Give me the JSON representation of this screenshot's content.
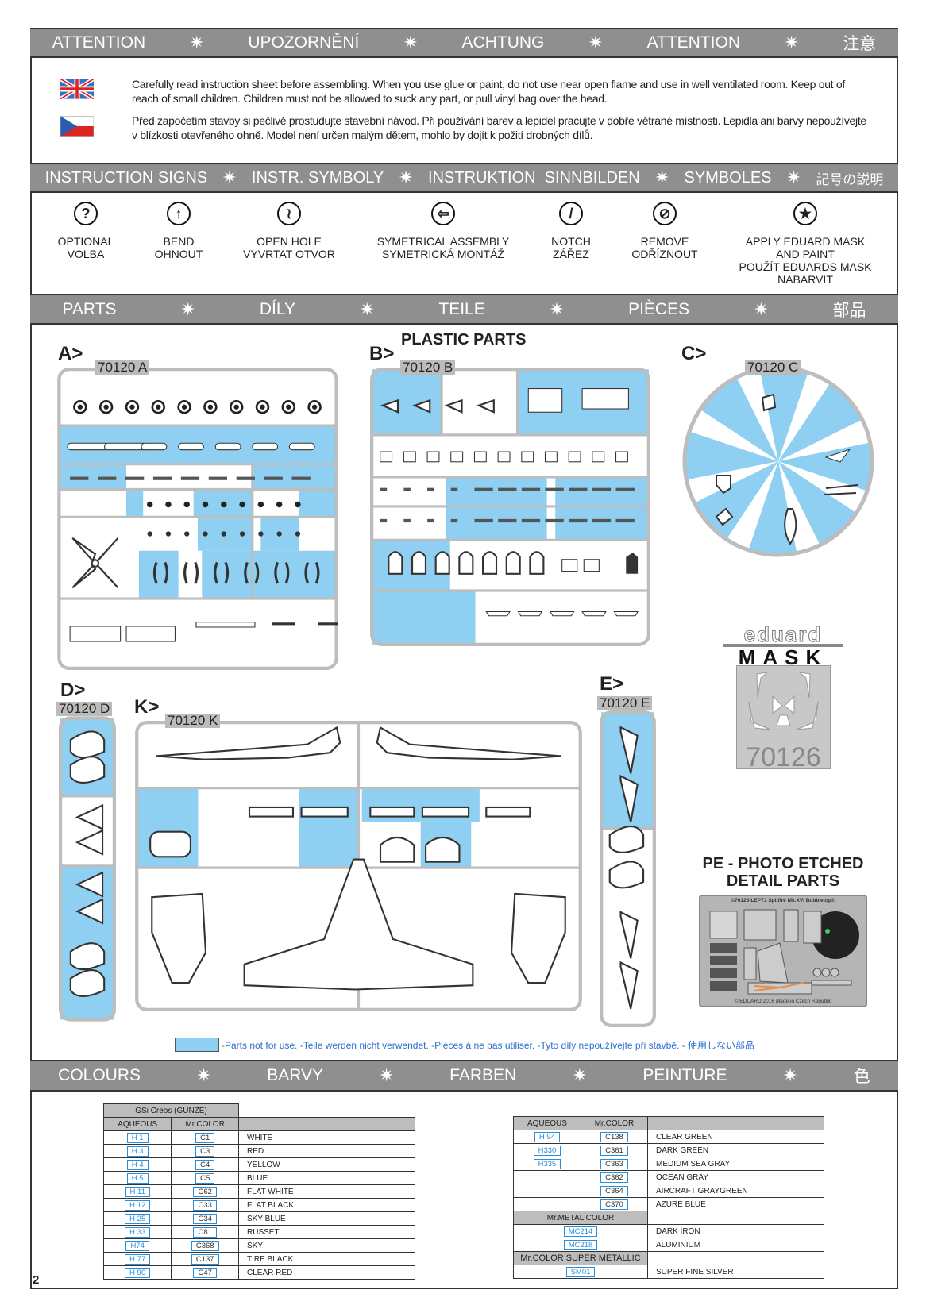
{
  "attention": {
    "header": [
      "ATTENTION",
      "UPOZORNĚNÍ",
      "ACHTUNG",
      "ATTENTION",
      "注意"
    ],
    "en": "Carefully read instruction sheet before assembling. When you use glue or paint, do not use near open flame and use in well ventilated room. Keep out of reach of small children. Children must not be allowed to suck any part, or pull vinyl bag over the head.",
    "cz": "Před započetím stavby si pečlivě prostudujte stavební návod. Při používání barev a lepidel pracujte v dobře větrané místnosti. Lepidla ani barvy nepoužívejte v blízkosti otevřeného ohně. Model není určen malým dětem, mohlo by dojít k požití drobných dílů."
  },
  "signs": {
    "header": [
      "INSTRUCTION SIGNS",
      "INSTR. SYMBOLY",
      "INSTRUKTION  SINNBILDEN",
      "SYMBOLES",
      "記号の説明"
    ],
    "items": [
      {
        "icon": "?",
        "l1": "OPTIONAL",
        "l2": "VOLBA",
        "l3": "",
        "l4": ""
      },
      {
        "icon": "↑",
        "l1": "BEND",
        "l2": "OHNOUT",
        "l3": "",
        "l4": ""
      },
      {
        "icon": "≀",
        "l1": "OPEN HOLE",
        "l2": "VYVRTAT OTVOR",
        "l3": "",
        "l4": ""
      },
      {
        "icon": "⇦",
        "l1": "SYMETRICAL ASSEMBLY",
        "l2": "SYMETRICKÁ MONTÁŽ",
        "l3": "",
        "l4": ""
      },
      {
        "icon": "/",
        "l1": "NOTCH",
        "l2": "ZÁŘEZ",
        "l3": "",
        "l4": ""
      },
      {
        "icon": "⊘",
        "l1": "REMOVE",
        "l2": "ODŘÍZNOUT",
        "l3": "",
        "l4": ""
      },
      {
        "icon": "★",
        "l1": "APPLY EDUARD MASK",
        "l2": "AND PAINT",
        "l3": "POUŽÍT EDUARDS MASK",
        "l4": "NABARVIT"
      }
    ]
  },
  "parts": {
    "header": [
      "PARTS",
      "DÍLY",
      "TEILE",
      "PIÈCES",
      "部品"
    ],
    "plastic_title": "PLASTIC PARTS",
    "sprues": {
      "a": {
        "letter": "A>",
        "name": "70120 A"
      },
      "b": {
        "letter": "B>",
        "name": "70120 B"
      },
      "c": {
        "letter": "C>",
        "name": "70120 C"
      },
      "d": {
        "letter": "D>",
        "name": "70120 D"
      },
      "k": {
        "letter": "K>",
        "name": "70120 K"
      },
      "e": {
        "letter": "E>",
        "name": "70120 E"
      }
    },
    "mask": {
      "brand": "eduard",
      "word": "MASK",
      "number": "70126"
    },
    "pe": {
      "title1": "PE - PHOTO ETCHED",
      "title2": "DETAIL PARTS",
      "fret_title": "©70126-LEPT1 Spitfire Mk.XVI Bubbletop©",
      "footer": "© EDUARD 2016  Made in Czech Republic"
    },
    "legend": "-Parts not for use. -Teile werden nicht verwendet. -Pièces à ne pas utiliser. -Tyto díly nepoužívejte při stavbě. -  使用しない部品",
    "legend_color": "#8ecff2"
  },
  "colours": {
    "header": [
      "COLOURS",
      "BARVY",
      "FARBEN",
      "PEINTURE",
      "色"
    ],
    "left": {
      "group": "GSi Creos (GUNZE)",
      "col1": "AQUEOUS",
      "col2": "Mr.COLOR",
      "rows": [
        [
          "H 1",
          "C1",
          "WHITE"
        ],
        [
          "H 3",
          "C3",
          "RED"
        ],
        [
          "H 4",
          "C4",
          "YELLOW"
        ],
        [
          "H 5",
          "C5",
          "BLUE"
        ],
        [
          "H 11",
          "C62",
          "FLAT WHITE"
        ],
        [
          "H 12",
          "C33",
          "FLAT BLACK"
        ],
        [
          "H 25",
          "C34",
          "SKY BLUE"
        ],
        [
          "H 33",
          "C81",
          "RUSSET"
        ],
        [
          "H74",
          "C368",
          "SKY"
        ],
        [
          "H 77",
          "C137",
          "TIRE BLACK"
        ],
        [
          "H 90",
          "C47",
          "CLEAR RED"
        ]
      ]
    },
    "right": {
      "col1": "AQUEOUS",
      "col2": "Mr.COLOR",
      "rows": [
        [
          "H 94",
          "C138",
          "CLEAR GREEN"
        ],
        [
          "H330",
          "C361",
          "DARK GREEN"
        ],
        [
          "H335",
          "C363",
          "MEDIUM SEA GRAY"
        ],
        [
          "",
          "C362",
          "OCEAN GRAY"
        ],
        [
          "",
          "C364",
          "AIRCRAFT GRAYGREEN"
        ],
        [
          "",
          "C370",
          "AZURE BLUE"
        ]
      ],
      "metal_header": "Mr.METAL COLOR",
      "metal_rows": [
        [
          "MC214",
          "DARK IRON"
        ],
        [
          "MC218",
          "ALUMINIUM"
        ]
      ],
      "super_header": "Mr.COLOR SUPER METALLIC",
      "super_rows": [
        [
          "SM01",
          "SUPER FINE SILVER"
        ]
      ]
    }
  },
  "page_number": "2"
}
